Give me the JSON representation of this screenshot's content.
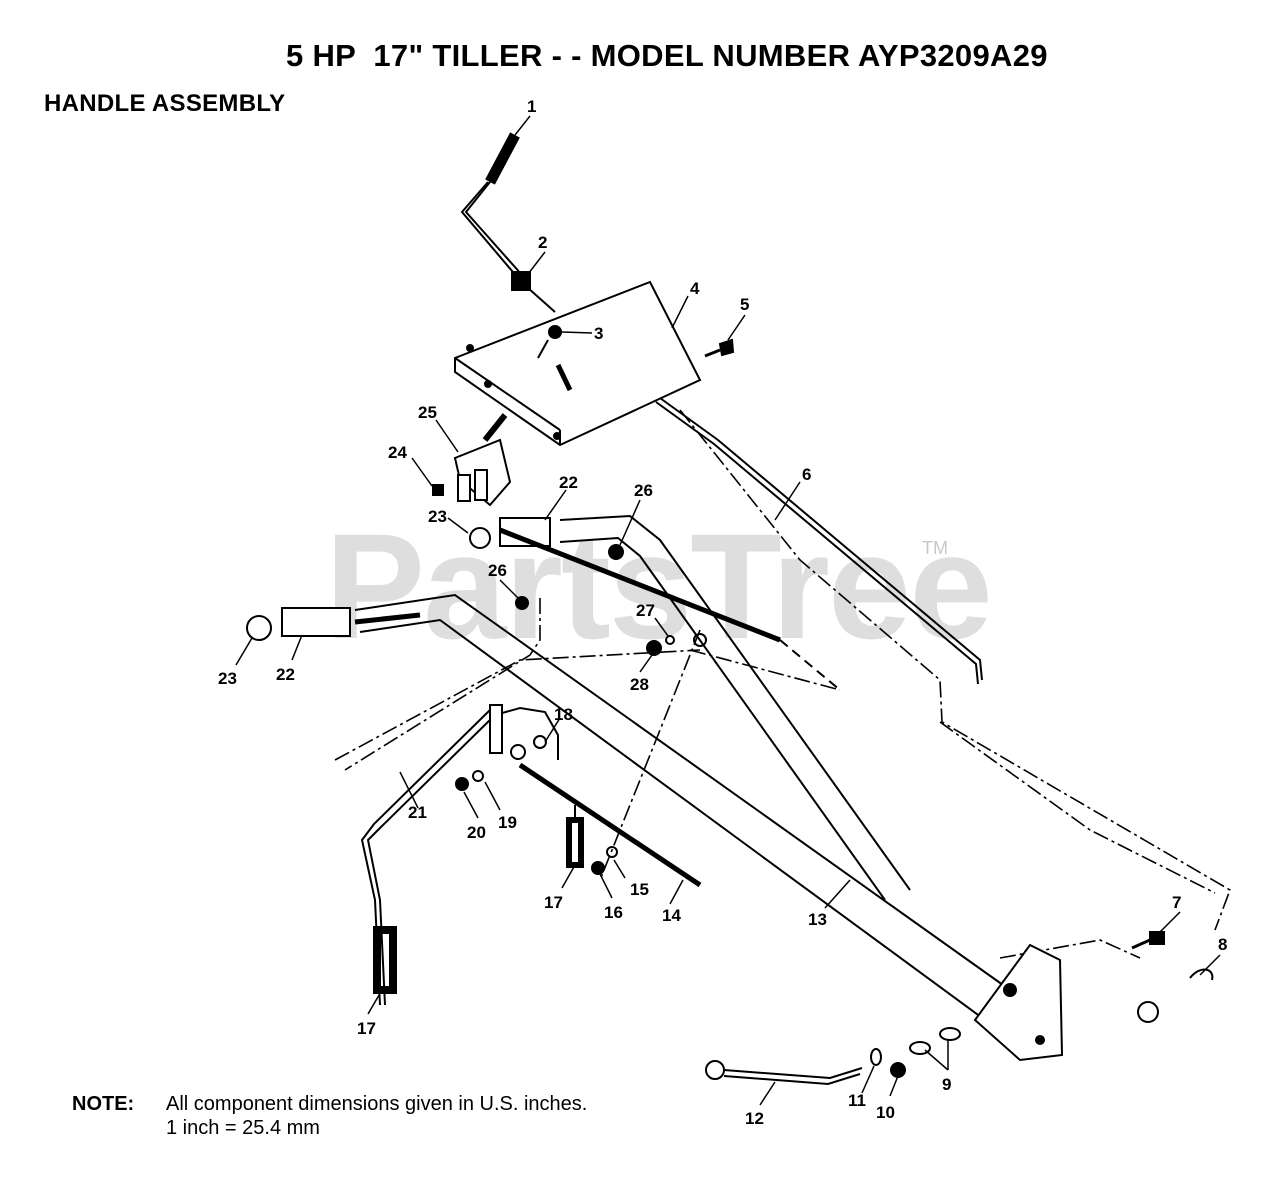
{
  "header": {
    "title": "5 HP  17\" TILLER - - MODEL NUMBER AYP3209A29",
    "subtitle": "HANDLE ASSEMBLY"
  },
  "note": {
    "label": "NOTE:",
    "line1": "All component dimensions given in U.S. inches.",
    "line2": "1 inch = 25.4 mm"
  },
  "watermark": {
    "text": "PartsTree",
    "mark": "TM"
  },
  "callouts": [
    "1",
    "2",
    "3",
    "4",
    "5",
    "6",
    "7",
    "8",
    "9",
    "10",
    "11",
    "12",
    "13",
    "14",
    "15",
    "16",
    "17",
    "17",
    "18",
    "19",
    "20",
    "21",
    "22",
    "22",
    "23",
    "23",
    "24",
    "25",
    "26",
    "26",
    "27",
    "28"
  ]
}
